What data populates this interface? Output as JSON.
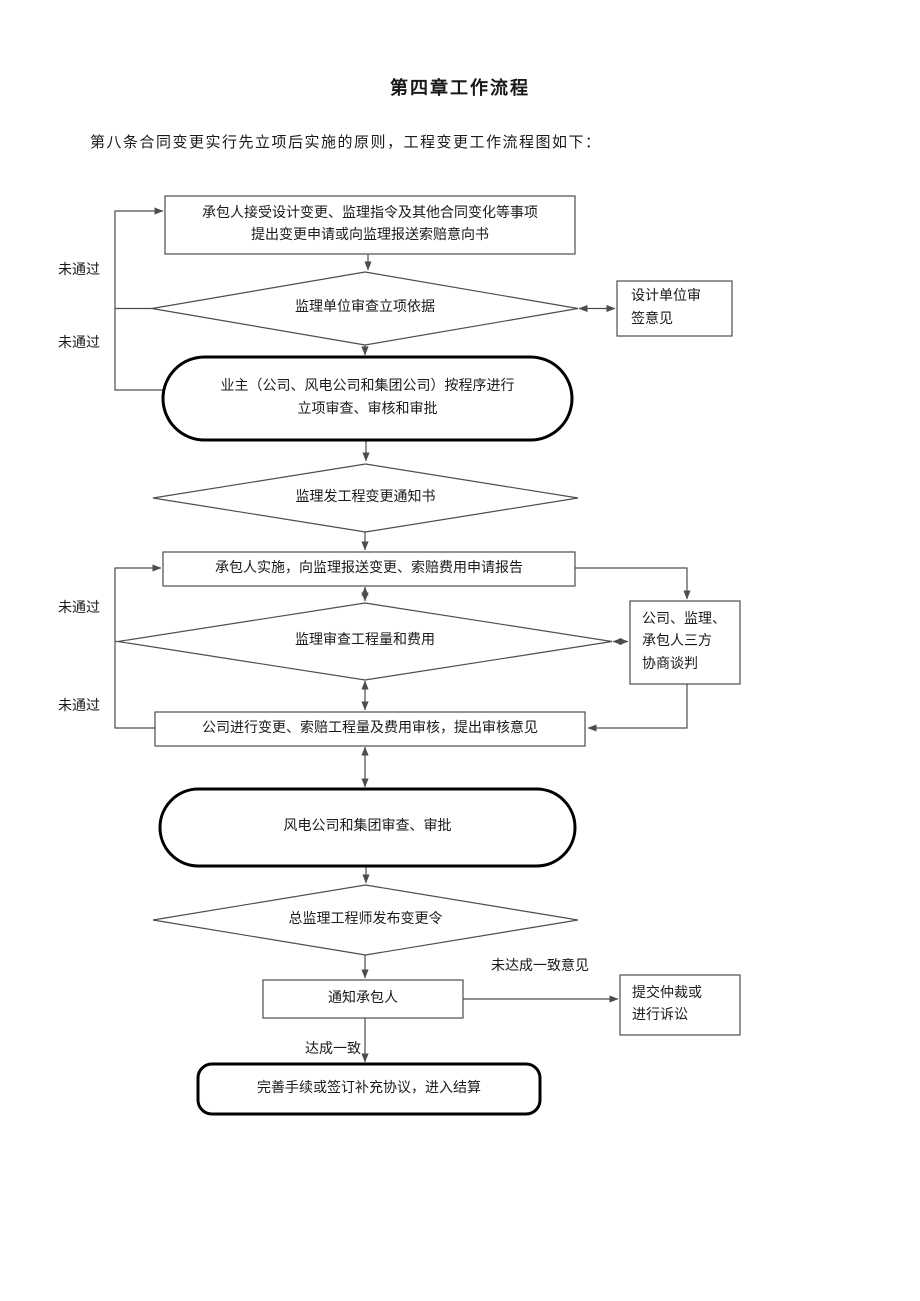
{
  "document": {
    "title": "第四章工作流程",
    "intro": "第八条合同变更实行先立项后实施的原则，工程变更工作流程图如下："
  },
  "flowchart": {
    "nodes": {
      "contractor_apply": "承包人接受设计变更、监理指令及其他合同变化等事项\n提出变更申请或向监理报送索赔意向书",
      "supervisor_review_basis": "监理单位审查立项依据",
      "design_unit_sign": "设计单位审\n签意见",
      "owner_approval": "业主（公司、风电公司和集团公司）按程序进行\n立项审查、审核和审批",
      "supervisor_notice": "监理发工程变更通知书",
      "contractor_implement": "承包人实施，向监理报送变更、索赔费用申请报告",
      "supervisor_review_quantity": "监理审查工程量和费用",
      "tripartite_negotiation": "公司、监理、\n承包人三方\n协商谈判",
      "company_review": "公司进行变更、索赔工程量及费用审核，提出审核意见",
      "group_approval": "风电公司和集团审查、审批",
      "chief_supervisor_order": "总监理工程师发布变更令",
      "notify_contractor": "通知承包人",
      "arbitration": "提交仲裁或\n进行诉讼",
      "final_settlement": "完善手续或签订补充协议，进入结算"
    },
    "edge_labels": {
      "not_passed_1": "未通过",
      "not_passed_2": "未通过",
      "not_passed_3": "未通过",
      "not_passed_4": "未通过",
      "no_agreement": "未达成一致意见",
      "agreement": "达成一致"
    },
    "colors": {
      "stroke": "#4d4d4d",
      "bold_stroke": "#000000",
      "text": "#1a1a1a"
    }
  }
}
